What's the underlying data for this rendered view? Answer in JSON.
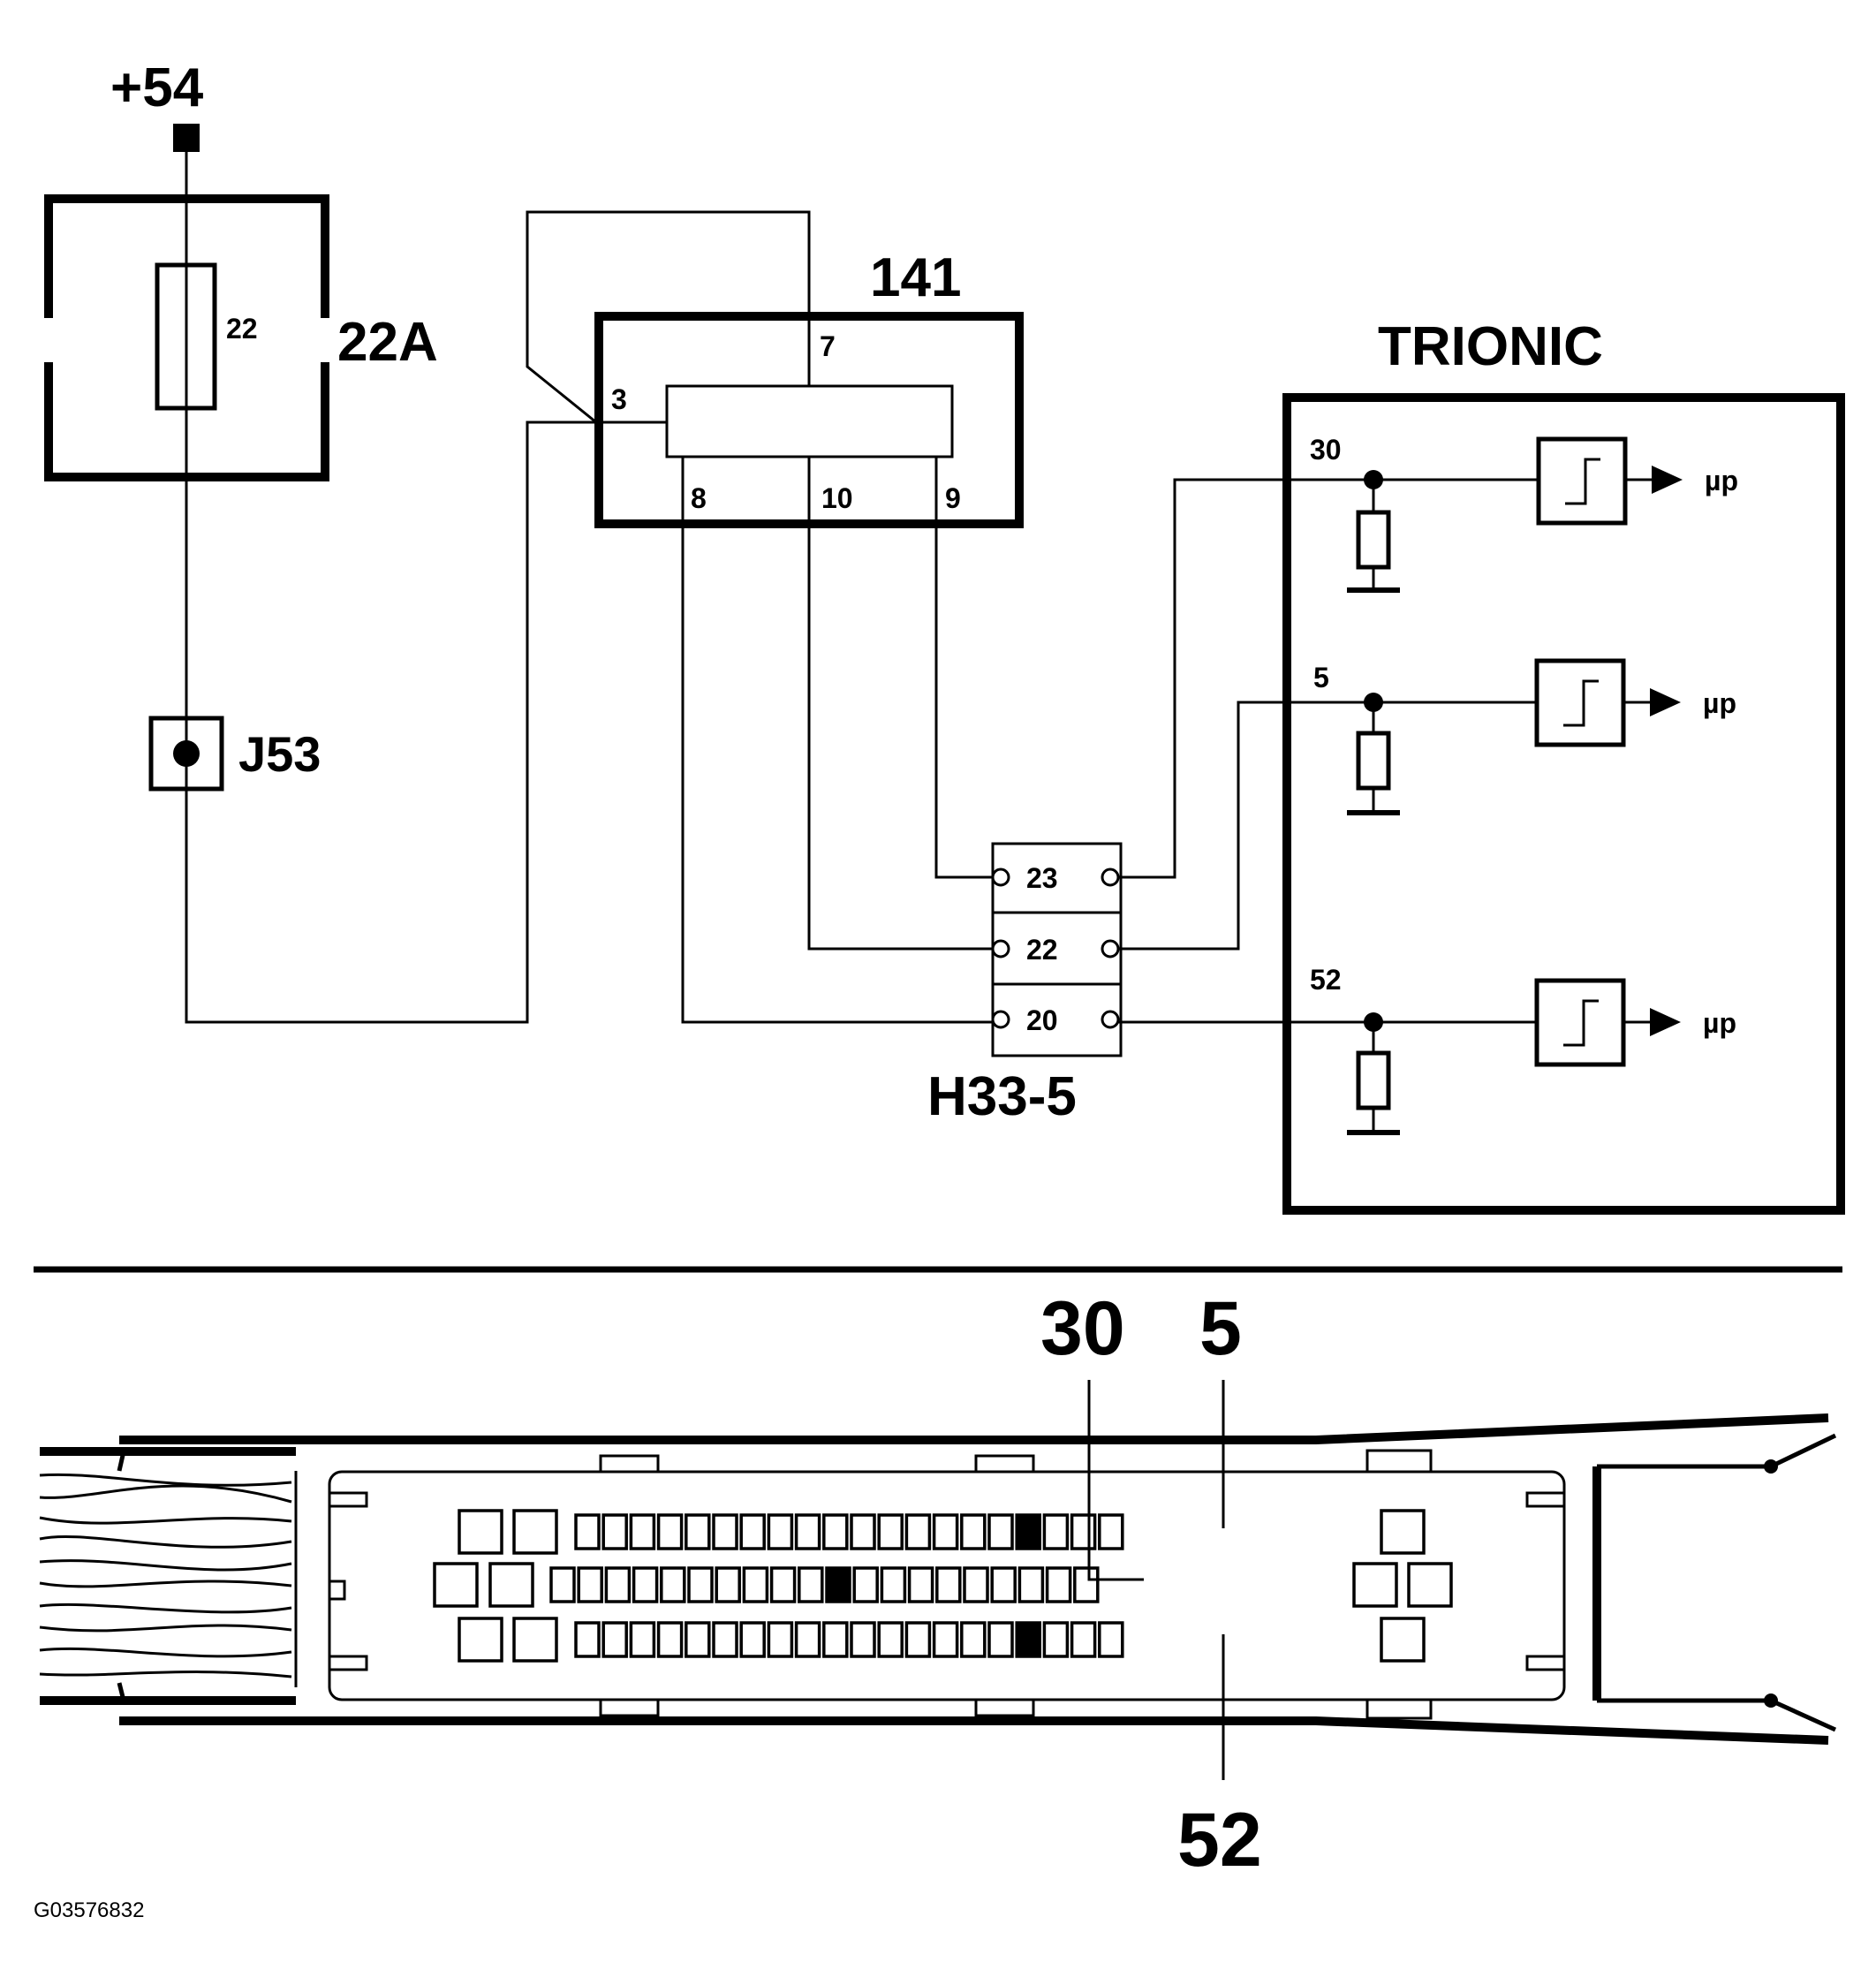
{
  "supply": {
    "label": "+54"
  },
  "fuse_box": {
    "label": "22A",
    "fuse_number": "22"
  },
  "junction": {
    "label": "J53"
  },
  "sensor": {
    "label": "141",
    "pins": {
      "p3": "3",
      "p7": "7",
      "p8": "8",
      "p10": "10",
      "p9": "9"
    }
  },
  "connector": {
    "label": "H33-5",
    "pins": [
      "23",
      "22",
      "20"
    ]
  },
  "ecu": {
    "label": "TRIONIC",
    "inputs": [
      {
        "pin": "30",
        "output": "µp"
      },
      {
        "pin": "5",
        "output": "µp"
      },
      {
        "pin": "52",
        "output": "µp"
      }
    ]
  },
  "connector_view": {
    "callouts": {
      "c30": "30",
      "c5": "5",
      "c52": "52"
    }
  },
  "figure_code": "G03576832"
}
